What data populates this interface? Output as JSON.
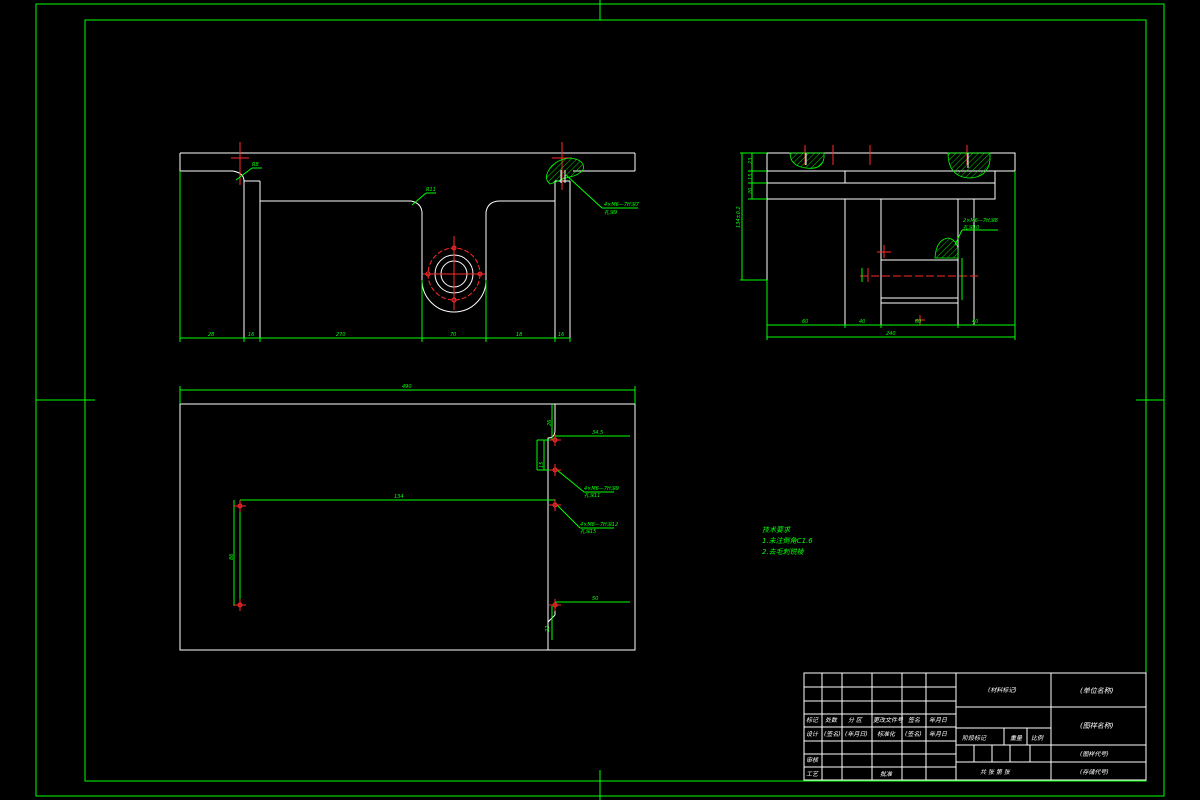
{
  "colors": {
    "background": "#000000",
    "frame": "#00ff00",
    "outline": "#ffffff",
    "centerline": "#ff2a2a"
  },
  "front_view": {
    "labels": {
      "r_corner": "R8",
      "r_slot": "R11",
      "thread_note_1": "4×M6—7H深7",
      "thread_note_2": "孔深9"
    },
    "dims": [
      "28",
      "16",
      "270",
      "70",
      "18",
      "16"
    ]
  },
  "side_view": {
    "labels": {
      "thread_note_1": "2×M6—7H深8",
      "thread_note_2": "孔深10",
      "height": "134±0.2"
    },
    "dims": [
      "60",
      "40",
      "60",
      "40",
      "240"
    ],
    "left_dims": [
      "23",
      "15",
      "20"
    ]
  },
  "top_view": {
    "dims": {
      "overall": "490",
      "a": "34.5",
      "b": "26",
      "c": "15",
      "d": "134",
      "e": "86",
      "f": "50",
      "g": "22"
    },
    "labels": {
      "note_1a": "4×M6—7H深9",
      "note_1b": "孔深11",
      "note_2a": "4×M8—7H深12",
      "note_2b": "孔深15"
    }
  },
  "tech_requirements": {
    "title": "技术要求",
    "items": [
      "1.未注倒角C1.6",
      "2.去毛刺锐棱"
    ]
  },
  "title_block": {
    "material": "(材料标记)",
    "unit": "(单位名称)",
    "drawing_name": "(图样名称)",
    "drawing_no": "(图样代号)",
    "storage_no": "(存储代号)",
    "row_headers": [
      "标记",
      "处数",
      "分 区",
      "更改文件号",
      "签名",
      "年月日"
    ],
    "design_row": [
      "设计",
      "(签名)",
      "(年月日)",
      "标准化",
      "(签名)",
      "年月日"
    ],
    "review": "审核",
    "process": "工艺",
    "approve": "批准",
    "stage": "阶段标记",
    "weight": "重量",
    "scale": "比例",
    "sheets": "共  张  第  张"
  }
}
